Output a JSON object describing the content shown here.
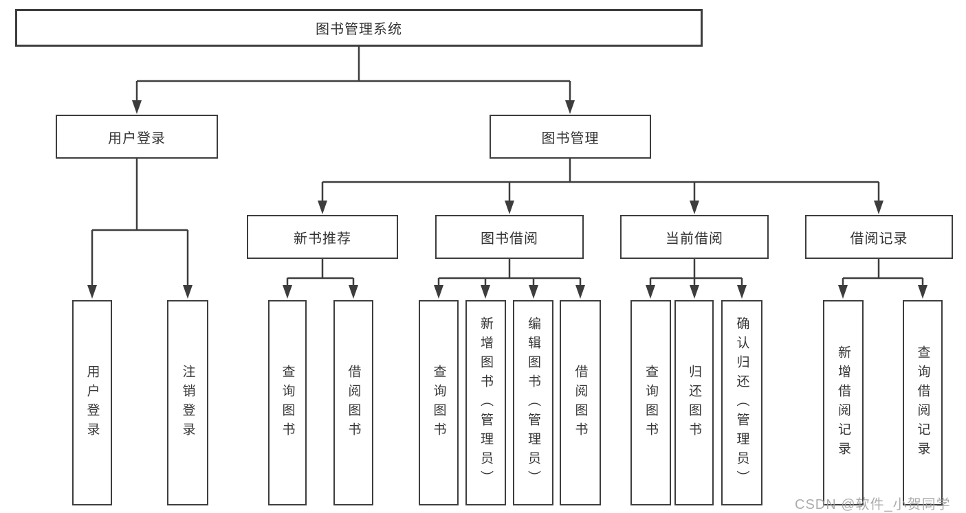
{
  "diagram_type": "hierarchy-tree",
  "watermark": "CSDN @软件_小贺同学",
  "colors": {
    "line": "#3d3d3d",
    "border": "#3d3d3d",
    "text": "#373737",
    "background": "#ffffff",
    "watermark": "#9e9e9e"
  },
  "nodes": {
    "root": "图书管理系统",
    "l2_user_login": "用户登录",
    "l2_book_mgmt": "图书管理",
    "l3_new_book": "新书推荐",
    "l3_book_borrow": "图书借阅",
    "l3_current_borrow": "当前借阅",
    "l3_borrow_record": "借阅记录",
    "l4_user_login": "用户登录",
    "l4_logout": "注销登录",
    "l4_nb_query": "查询图书",
    "l4_nb_borrow": "借阅图书",
    "l4_bb_query": "查询图书",
    "l4_bb_add": "新增图书（管理员）",
    "l4_bb_edit": "编辑图书（管理员）",
    "l4_bb_borrow": "借阅图书",
    "l4_cb_query": "查询图书",
    "l4_cb_return": "归还图书",
    "l4_cb_confirm": "确认归还（管理员）",
    "l4_br_add": "新增借阅记录",
    "l4_br_query": "查询借阅记录"
  },
  "structure": {
    "图书管理系统": [
      "用户登录",
      "图书管理"
    ],
    "用户登录": [
      "用户登录",
      "注销登录"
    ],
    "图书管理": [
      "新书推荐",
      "图书借阅",
      "当前借阅",
      "借阅记录"
    ],
    "新书推荐": [
      "查询图书",
      "借阅图书"
    ],
    "图书借阅": [
      "查询图书",
      "新增图书（管理员）",
      "编辑图书（管理员）",
      "借阅图书"
    ],
    "当前借阅": [
      "查询图书",
      "归还图书",
      "确认归还（管理员）"
    ],
    "借阅记录": [
      "新增借阅记录",
      "查询借阅记录"
    ]
  }
}
